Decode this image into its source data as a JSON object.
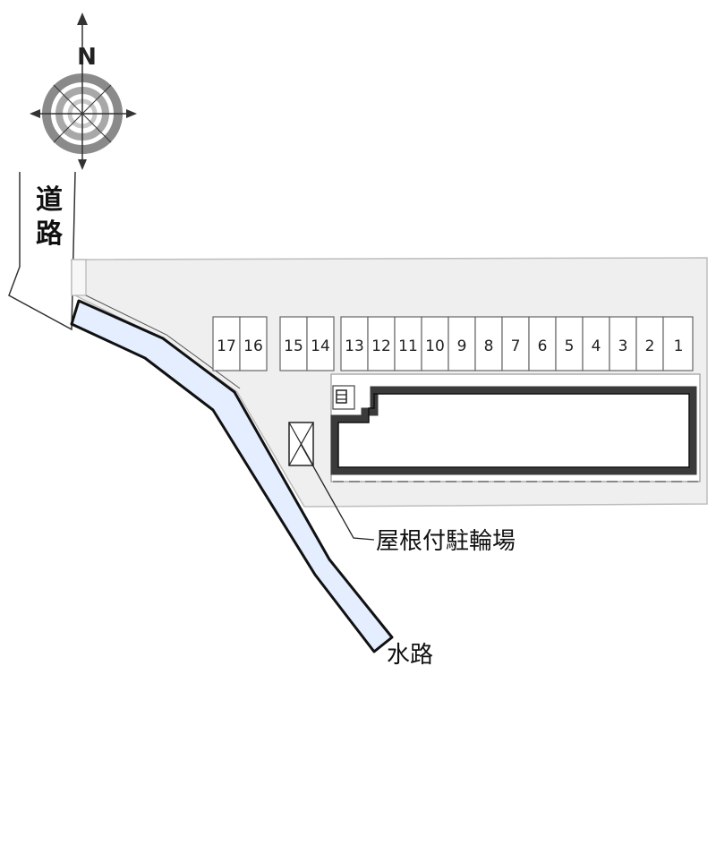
{
  "compass": {
    "north_label": "N"
  },
  "road": {
    "label_chars": [
      "道",
      "路"
    ]
  },
  "parking": {
    "slots": [
      "17",
      "16",
      "15",
      "14",
      "13",
      "12",
      "11",
      "10",
      "9",
      "8",
      "7",
      "6",
      "5",
      "4",
      "3",
      "2",
      "1"
    ]
  },
  "labels": {
    "bicycle_shelter": "屋根付駐輪場",
    "waterway": "水路"
  }
}
